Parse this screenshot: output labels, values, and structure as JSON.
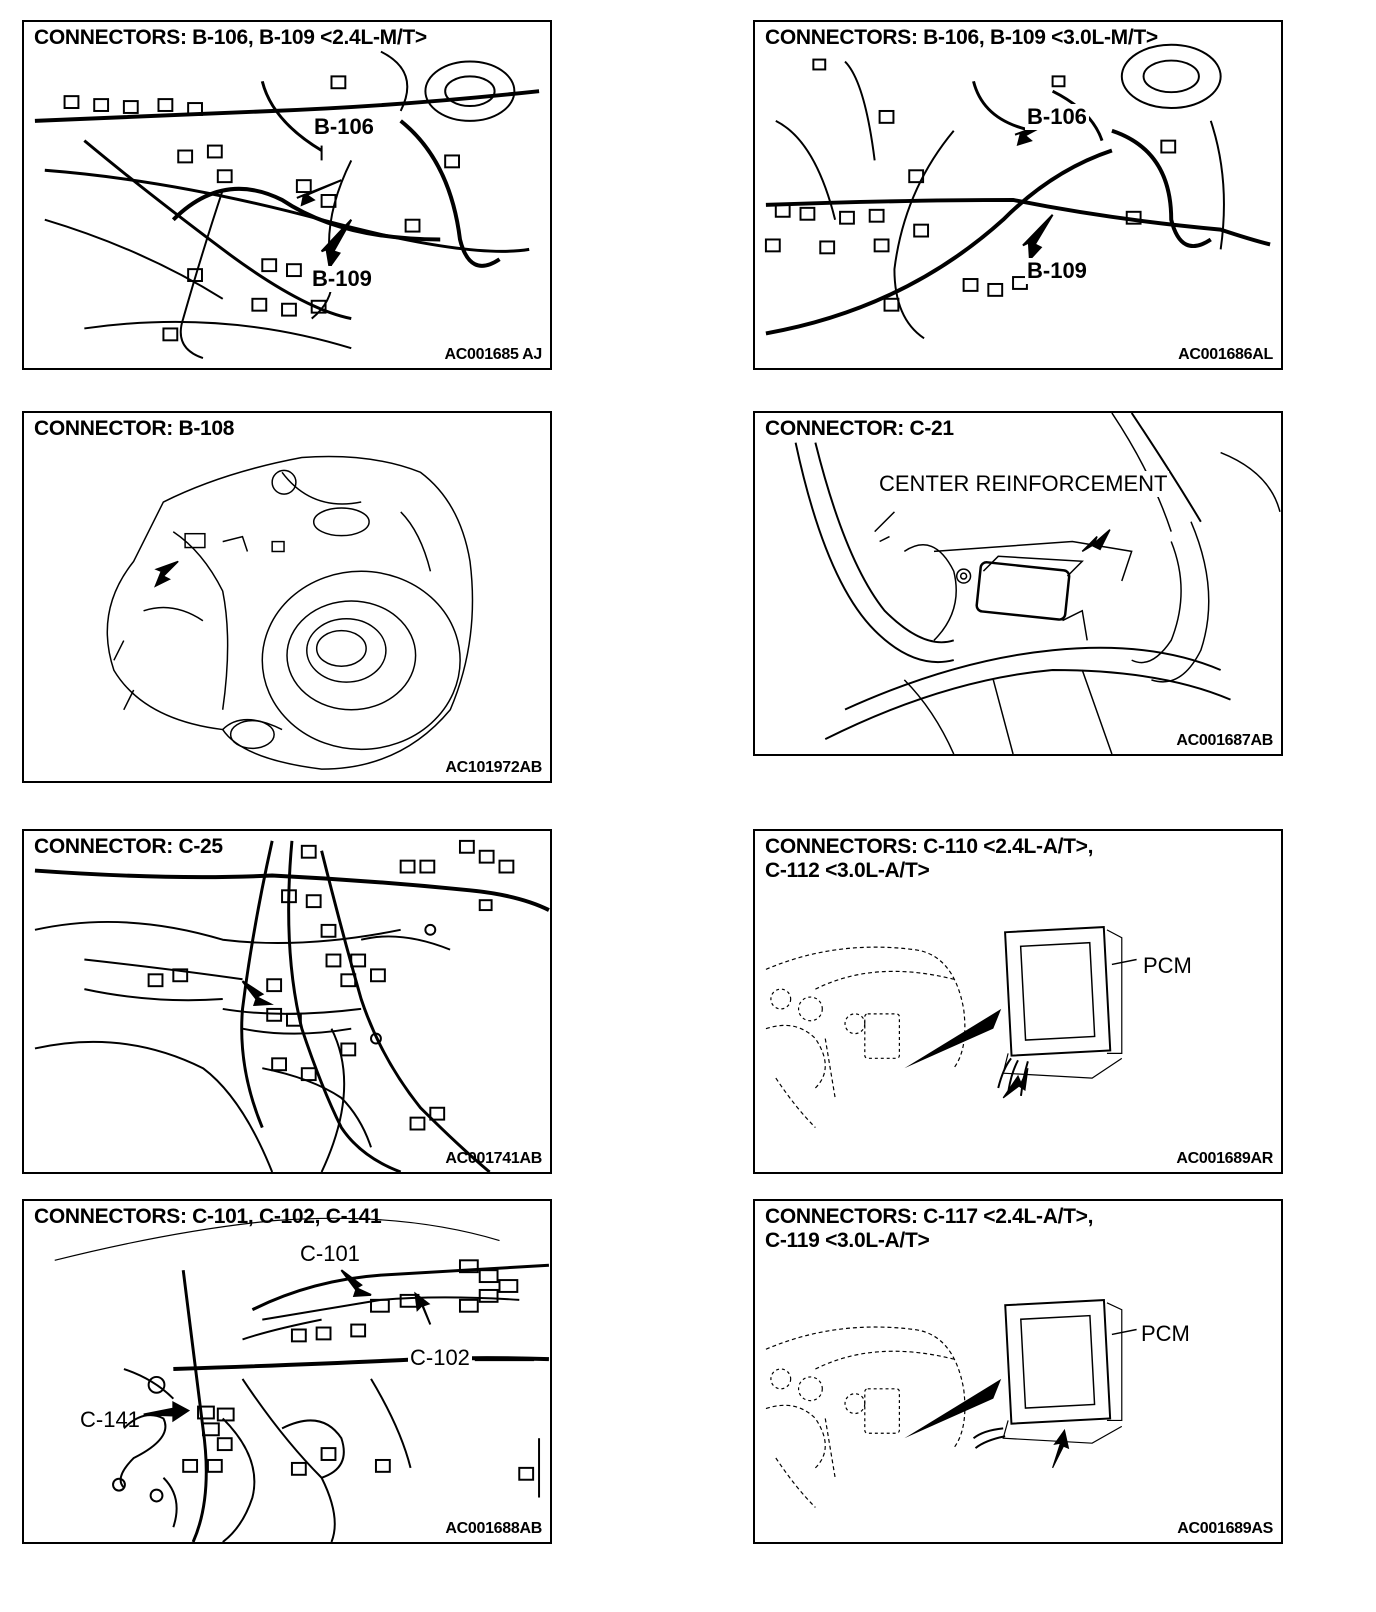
{
  "panels": [
    {
      "title": "CONNECTORS: B-106, B-109 <2.4L-M/T>",
      "code": "AC001685 AJ",
      "callouts": [
        "B-106",
        "B-109"
      ]
    },
    {
      "title": "CONNECTORS: B-106, B-109 <3.0L-M/T>",
      "code": "AC001686AL",
      "callouts": [
        "B-106",
        "B-109"
      ]
    },
    {
      "title": "CONNECTOR: B-108",
      "code": "AC101972AB"
    },
    {
      "title": "CONNECTOR: C-21",
      "code": "AC001687AB",
      "callouts": [
        "CENTER REINFORCEMENT"
      ]
    },
    {
      "title": "CONNECTOR: C-25",
      "code": "AC001741AB"
    },
    {
      "title": "CONNECTORS: C-110 <2.4L-A/T>,",
      "title2": "C-112 <3.0L-A/T>",
      "code": "AC001689AR",
      "callouts": [
        "PCM"
      ]
    },
    {
      "title": "CONNECTORS: C-101, C-102, C-141",
      "code": "AC001688AB",
      "callouts": [
        "C-101",
        "C-102",
        "C-141"
      ]
    },
    {
      "title": "CONNECTORS: C-117 <2.4L-A/T>,",
      "title2": "C-119 <3.0L-A/T>",
      "code": "AC001689AS",
      "callouts": [
        "PCM"
      ]
    }
  ],
  "colors": {
    "line": "#000000",
    "background": "#ffffff"
  }
}
